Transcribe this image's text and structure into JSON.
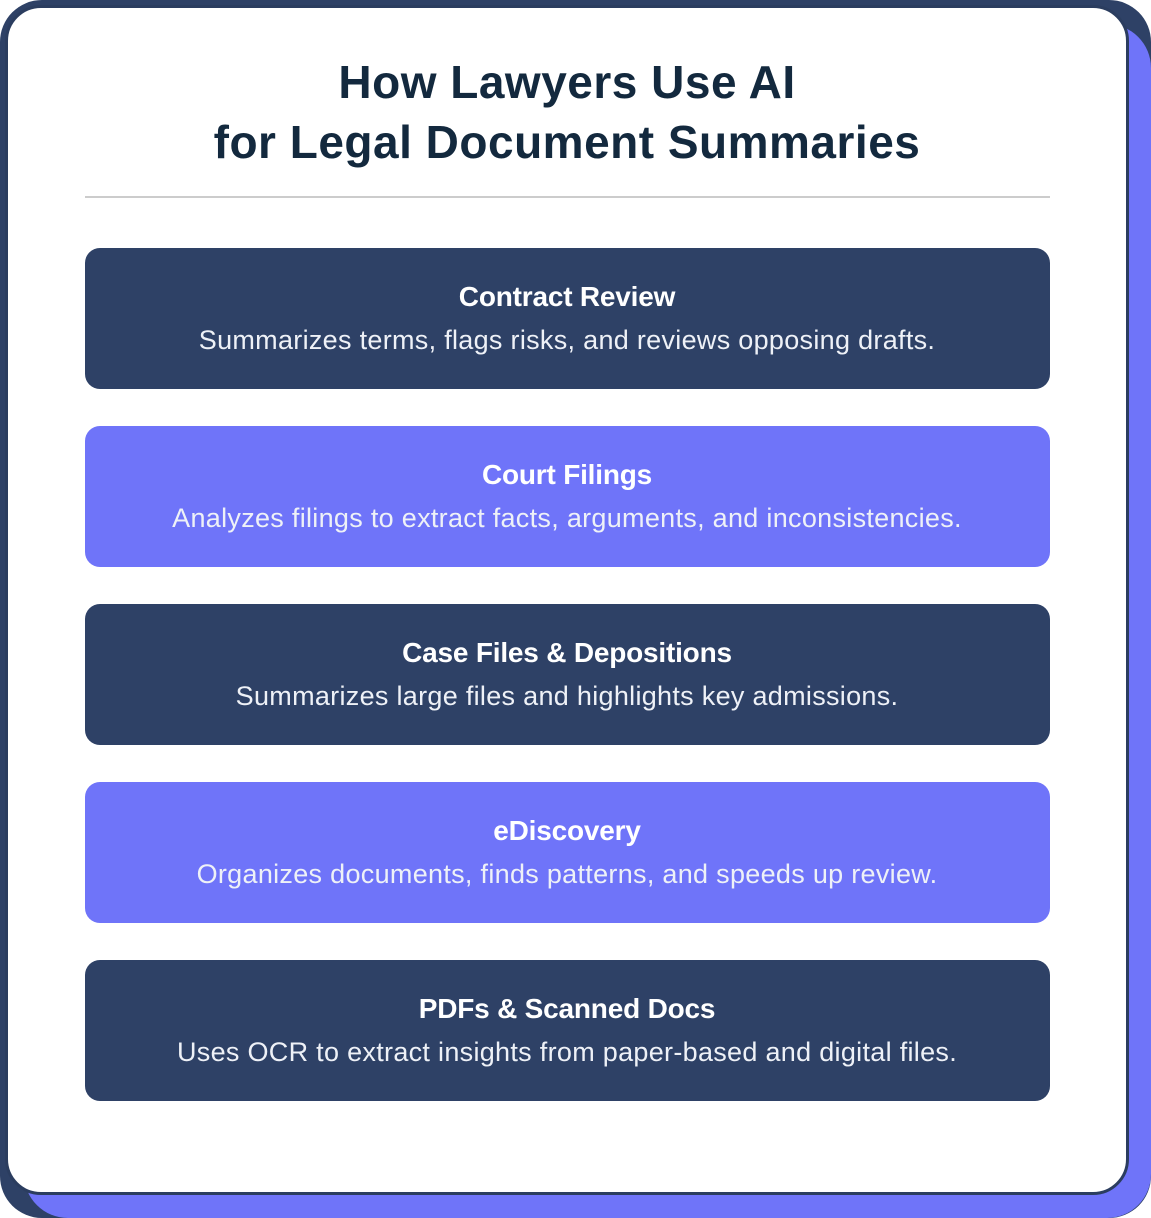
{
  "header": {
    "title_line1": "How Lawyers Use AI",
    "title_line2": "for Legal Document Summaries"
  },
  "colors": {
    "navy": "#2e4166",
    "navy_border": "#2b3d5f",
    "purple": "#6f74f9",
    "title_text": "#13293e",
    "card_text": "#ffffff",
    "divider": "#cccccc"
  },
  "cards": [
    {
      "title": "Contract Review",
      "description": "Summarizes terms, flags risks, and reviews opposing drafts.",
      "variant": "navy"
    },
    {
      "title": "Court Filings",
      "description": "Analyzes filings to extract facts, arguments, and inconsistencies.",
      "variant": "purple"
    },
    {
      "title": "Case Files & Depositions",
      "description": "Summarizes large files and highlights key admissions.",
      "variant": "navy"
    },
    {
      "title": "eDiscovery",
      "description": "Organizes documents, finds patterns, and speeds up review.",
      "variant": "purple"
    },
    {
      "title": "PDFs & Scanned Docs",
      "description": "Uses OCR to extract insights from paper-based and digital files.",
      "variant": "navy"
    }
  ]
}
